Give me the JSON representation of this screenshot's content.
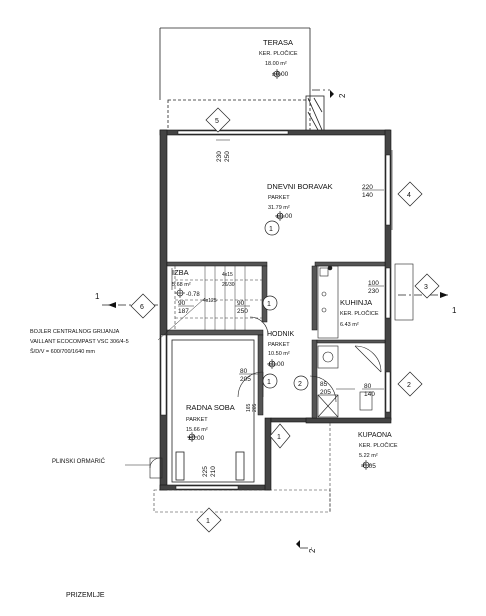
{
  "rooms": {
    "terasa": {
      "name": "TERASA",
      "floor": "KER. PLOČICE",
      "area": "18.00 m²",
      "level": "±0.00"
    },
    "dnevni": {
      "name": "DNEVNI BORAVAK",
      "floor": "PARKET",
      "area": "31.79 m²",
      "level": "±0.00"
    },
    "izba": {
      "name": "IZBA",
      "area": "5.68 m²",
      "level": "-0.78"
    },
    "kuhinja": {
      "name": "KUHINJA",
      "floor": "KER. PLOČICE",
      "area": "6.43 m²"
    },
    "hodnik": {
      "name": "HODNIK",
      "floor": "PARKET",
      "area": "10.50 m²",
      "level": "±0.00"
    },
    "radna": {
      "name": "RADNA SOBA",
      "floor": "PARKET",
      "area": "15.66 m²",
      "level": "±0.00"
    },
    "kupaona": {
      "name": "KUPAONA",
      "floor": "KER. PLOČICE",
      "area": "5.22 m²",
      "level": "-0.05"
    }
  },
  "openings": {
    "o1": {
      "top": "220",
      "bottom": "140"
    },
    "o2": {
      "top": "100",
      "bottom": "230"
    },
    "o3": {
      "top": "80",
      "bottom": "140"
    },
    "o4": {
      "top": "85",
      "bottom": "205"
    },
    "o5": {
      "top": "80",
      "bottom": "205"
    },
    "o6": {
      "top": "90",
      "bottom": "250"
    },
    "o7": {
      "top": "90",
      "bottom": "187"
    },
    "o8": {
      "top": "4x15",
      "bottom": "26/30"
    },
    "o9": {
      "top": "4x125"
    },
    "v1": {
      "top": "230",
      "bottom": "250"
    },
    "v2": {
      "top": "225",
      "bottom": "210"
    },
    "v3": {
      "top": "165",
      "bottom": "205"
    }
  },
  "notes": {
    "boiler1": "BOJLER CENTRALNOG GRIJANJA",
    "boiler2": "VAILLANT ECOCOMPAST VSC 306/4-5",
    "boiler3": "Š/D/V = 600/700/1640 mm",
    "gas": "PLINSKI ORMARIĆ"
  },
  "markers": {
    "m1": "1",
    "m2": "2",
    "m3": "3",
    "m4": "4",
    "m5": "5",
    "m6": "6",
    "c1": "1",
    "c2": "1",
    "c3": "2",
    "arrow1": "1",
    "arrow1b": "1",
    "arrow2": "2",
    "arrow2b": "2"
  },
  "footer": {
    "title": "PRIZEMLJE"
  }
}
